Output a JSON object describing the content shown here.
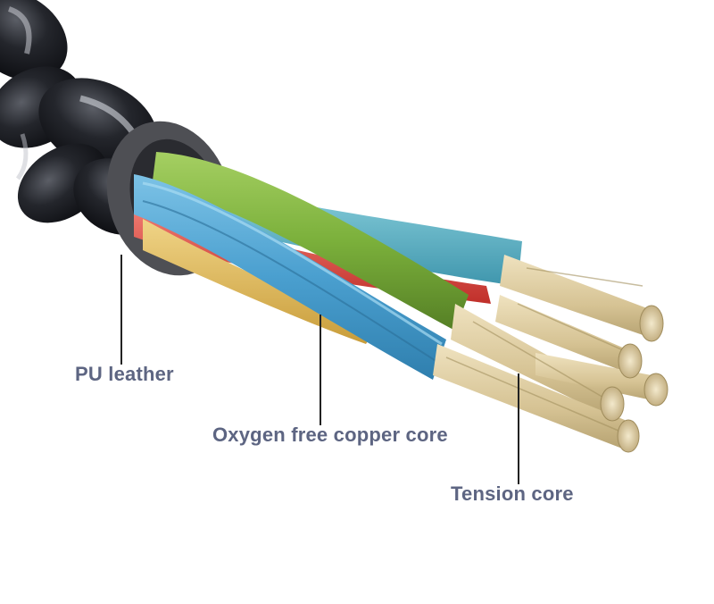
{
  "labels": {
    "pu_leather": "PU leather",
    "oxygen_free_copper_core": "Oxygen free copper core",
    "tension_core": "Tension core"
  },
  "colors": {
    "background": "#ffffff",
    "label_text": "#5d6582",
    "leader_line": "#222222",
    "braid_jacket": "#1c1d22",
    "collar_ring": "#5a5a5e",
    "strand_blue": "#4fa6d2",
    "strand_green": "#7fb23a",
    "strand_red": "#e0473f",
    "strand_yellow": "#e6c25a",
    "copper_tip": "#d8c8a0"
  }
}
